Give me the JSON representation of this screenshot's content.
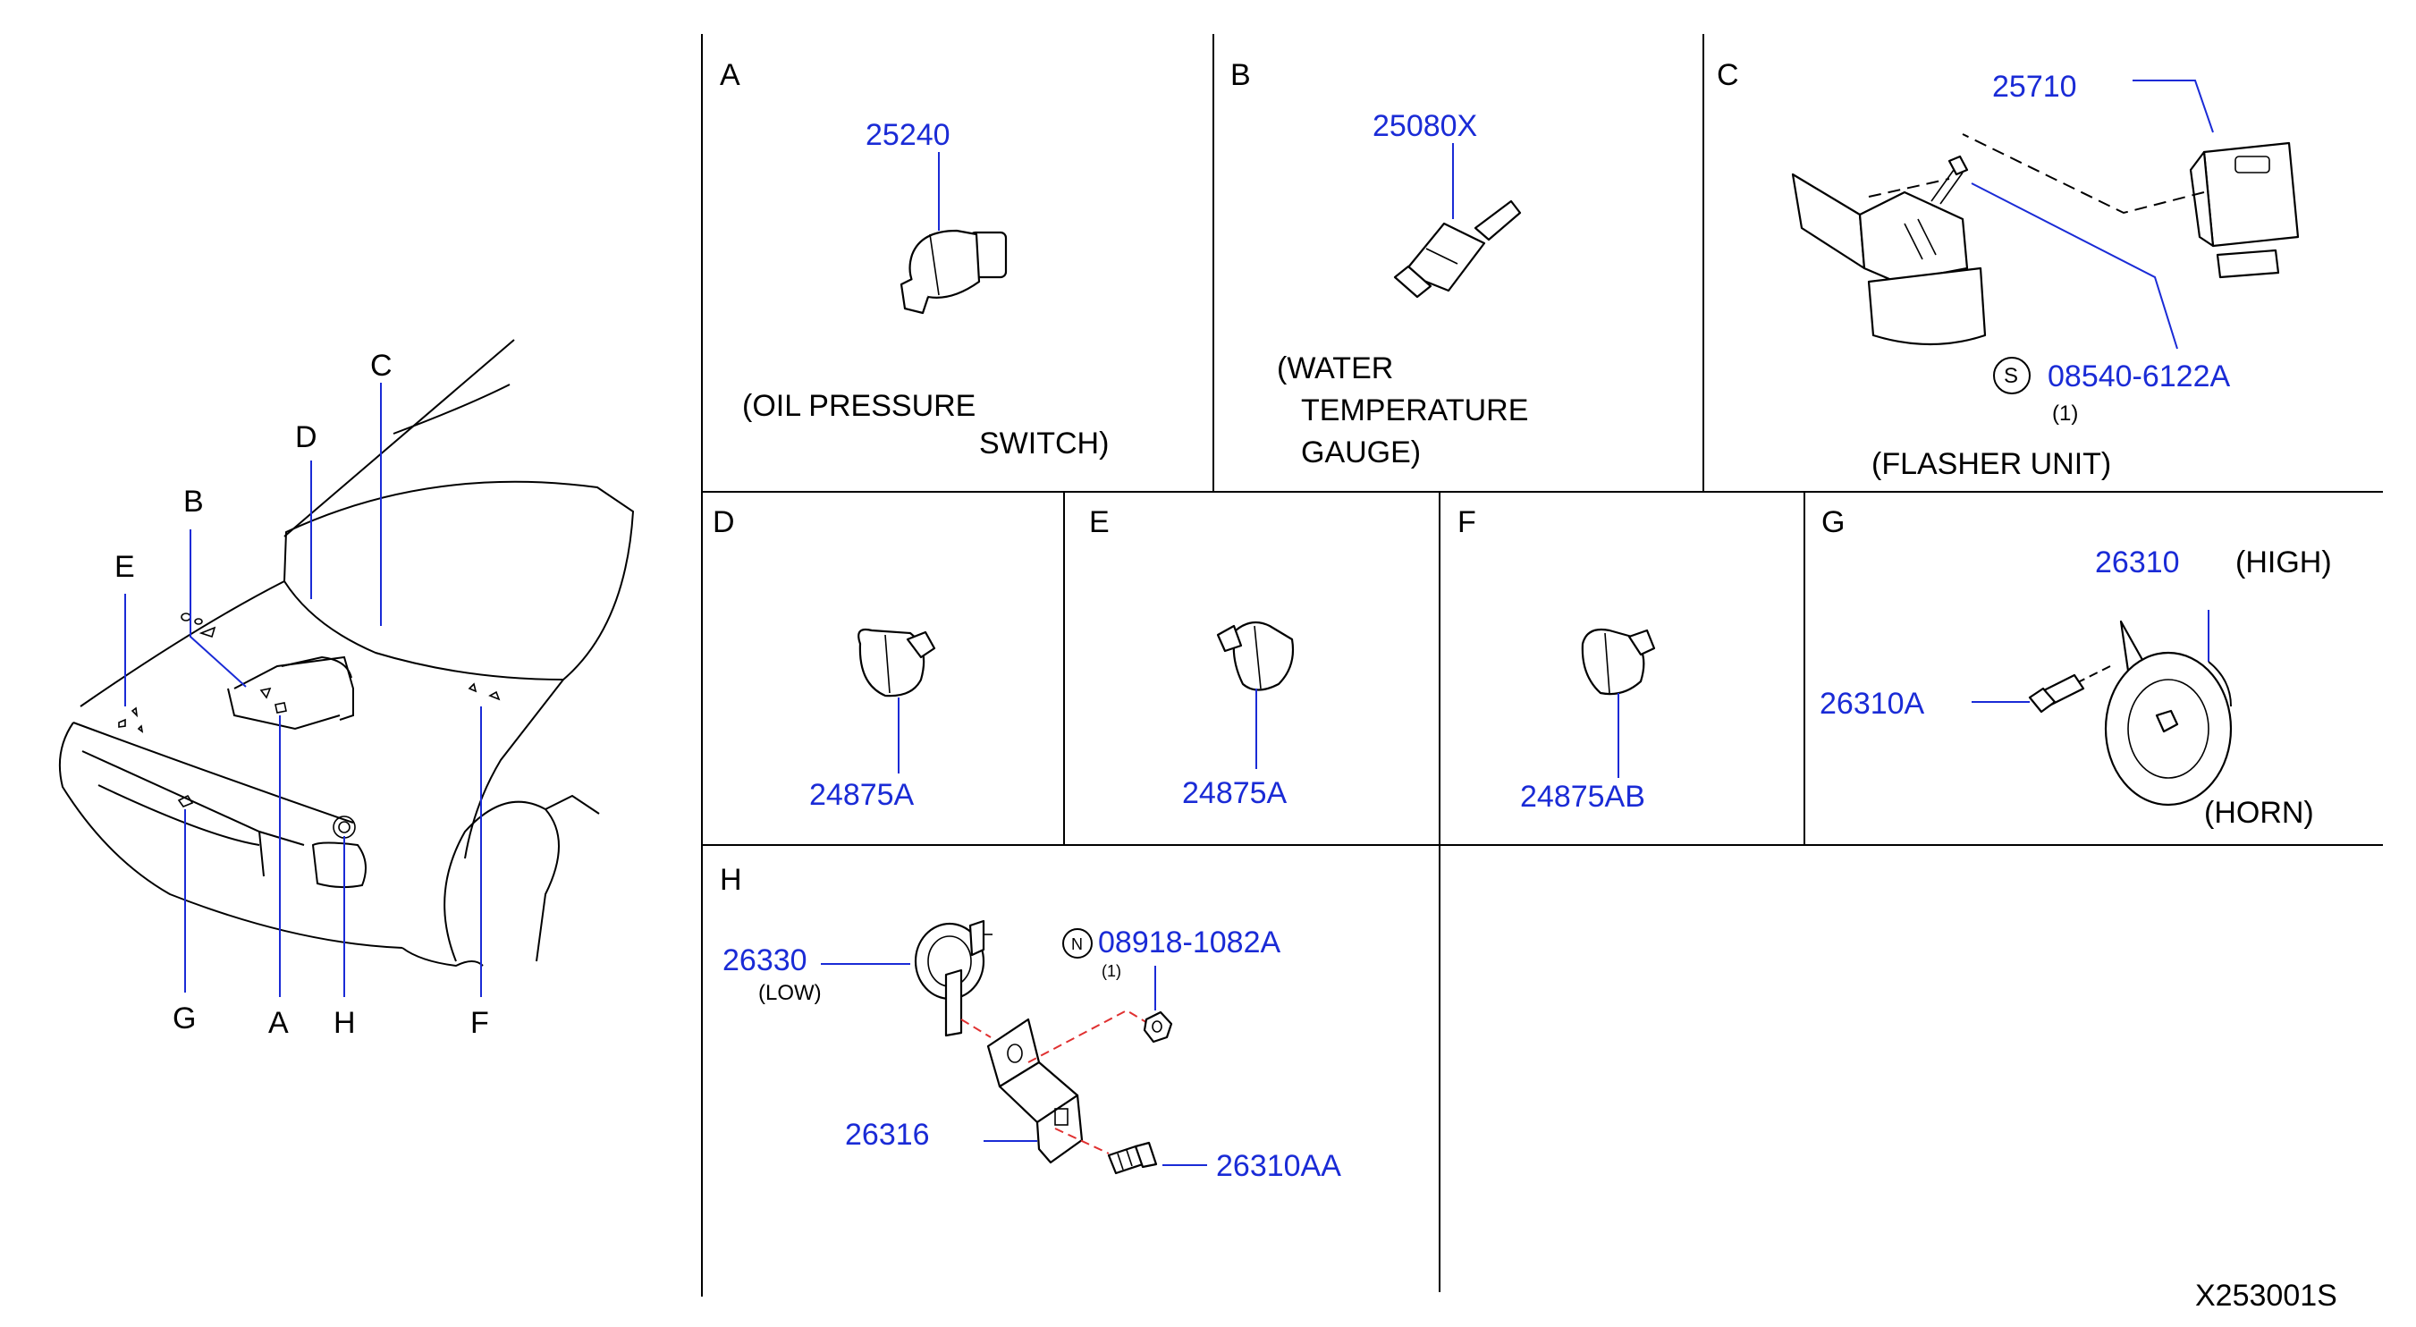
{
  "colors": {
    "part_number": "#1a2bd6",
    "lines": "#000000",
    "dashed_red": "#e03030"
  },
  "overview": {
    "callouts": [
      "A",
      "B",
      "C",
      "D",
      "E",
      "F",
      "G",
      "H"
    ]
  },
  "panels": {
    "A": {
      "letter": "A",
      "part": "25240",
      "caption_1": "(OIL   PRESSURE",
      "caption_2": "SWITCH)"
    },
    "B": {
      "letter": "B",
      "part": "25080X",
      "caption_1": "(WATER",
      "caption_2": "TEMPERATURE",
      "caption_3": "GAUGE)"
    },
    "C": {
      "letter": "C",
      "part_1": "25710",
      "part_2": "08540-6122A",
      "symbol": "S",
      "qty": "(1)",
      "caption": "(FLASHER   UNIT)"
    },
    "D": {
      "letter": "D",
      "part": "24875A"
    },
    "E": {
      "letter": "E",
      "part": "24875A"
    },
    "F": {
      "letter": "F",
      "part": "24875AB"
    },
    "G": {
      "letter": "G",
      "part_1": "26310",
      "part_1_note": "(HIGH)",
      "part_2": "26310A",
      "caption": "(HORN)"
    },
    "H": {
      "letter": "H",
      "part_1": "26330",
      "part_1_note": "(LOW)",
      "part_2": "08918-1082A",
      "symbol": "N",
      "qty": "(1)",
      "part_3": "26316",
      "part_4": "26310AA"
    }
  },
  "footer": {
    "code": "X253001S"
  }
}
